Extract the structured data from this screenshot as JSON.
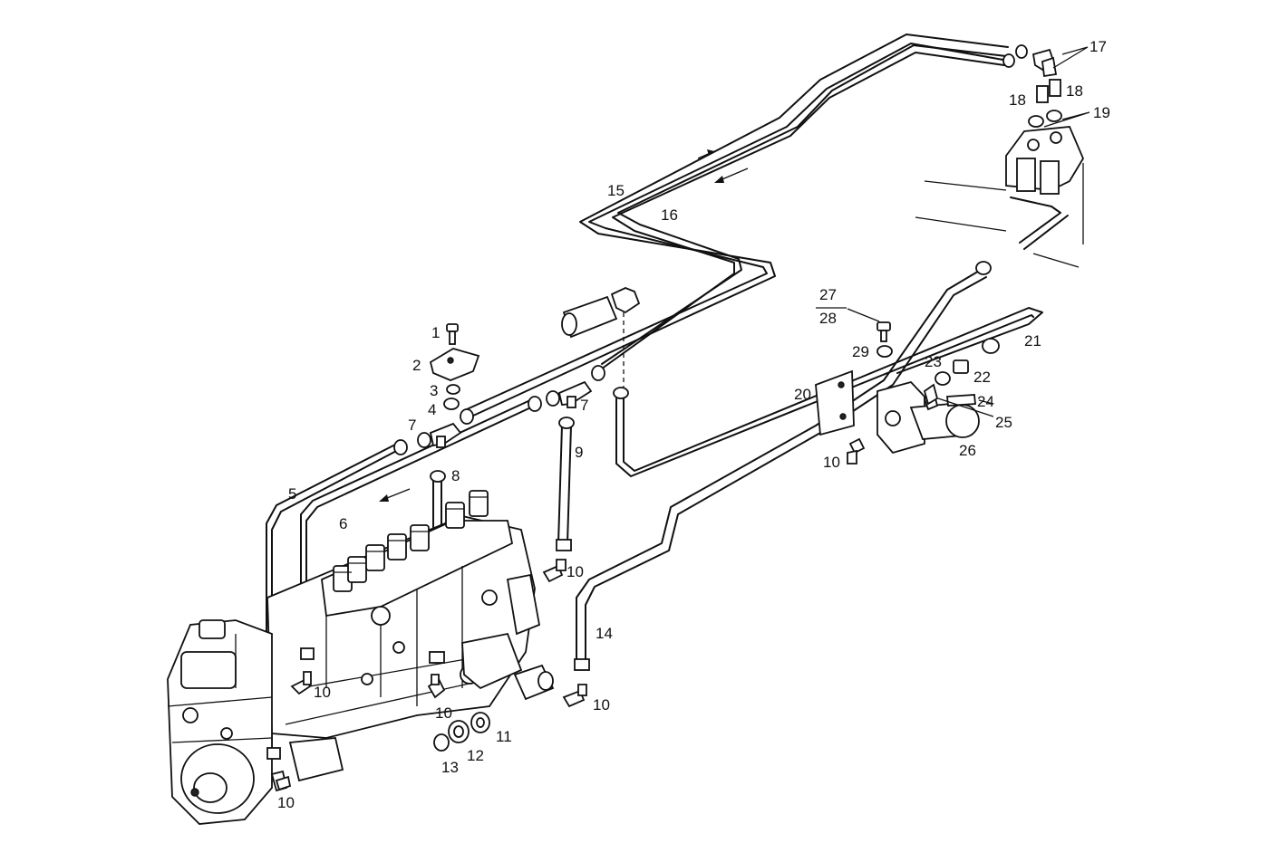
{
  "callouts": {
    "c1": "1",
    "c2": "2",
    "c3": "3",
    "c4": "4",
    "c5": "5",
    "c6": "6",
    "c7a": "7",
    "c7b": "7",
    "c8": "8",
    "c9": "9",
    "c10a": "10",
    "c10b": "10",
    "c10c": "10",
    "c10d": "10",
    "c10e": "10",
    "c10f": "10",
    "c11": "11",
    "c12": "12",
    "c13": "13",
    "c14": "14",
    "c15": "15",
    "c16": "16",
    "c17": "17",
    "c18a": "18",
    "c18b": "18",
    "c19": "19",
    "c20": "20",
    "c21": "21",
    "c22": "22",
    "c23": "23",
    "c24": "24",
    "c25": "25",
    "c26": "26",
    "c27": "27",
    "c28": "28",
    "c29": "29"
  },
  "icons": {
    "flow_arrow": "flow-arrow-icon"
  }
}
